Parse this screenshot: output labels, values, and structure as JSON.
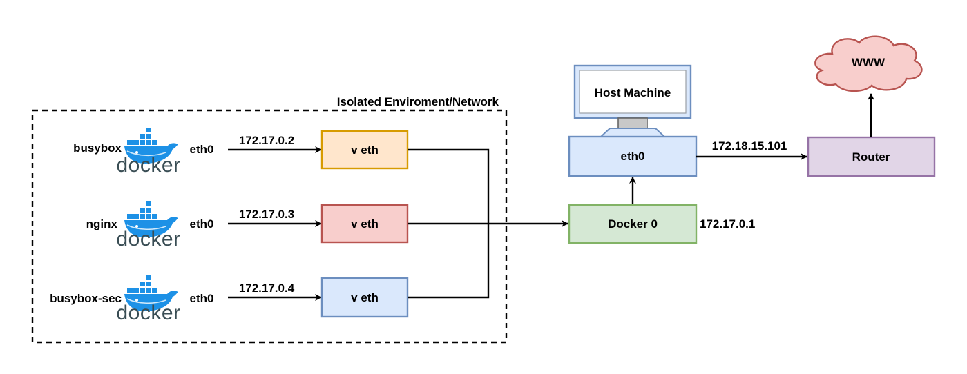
{
  "isolated_network": {
    "title": "Isolated Enviroment/Network"
  },
  "containers": [
    {
      "name": "busybox",
      "brand": "docker",
      "iface": "eth0",
      "ip": "172.17.0.2",
      "veth": "v eth"
    },
    {
      "name": "nginx",
      "brand": "docker",
      "iface": "eth0",
      "ip": "172.17.0.3",
      "veth": "v eth"
    },
    {
      "name": "busybox-sec",
      "brand": "docker",
      "iface": "eth0",
      "ip": "172.17.0.4",
      "veth": "v eth"
    }
  ],
  "docker_bridge": {
    "label": "Docker 0",
    "ip": "172.17.0.1"
  },
  "host": {
    "label": "Host Machine",
    "iface": "eth0",
    "ip": "172.18.15.101"
  },
  "router": {
    "label": "Router"
  },
  "internet": {
    "label": "WWW"
  },
  "colors": {
    "veth_1_fill": "#ffe6cc",
    "veth_1_stroke": "#d79b00",
    "veth_2_fill": "#f8cecc",
    "veth_2_stroke": "#b85450",
    "veth_3_fill": "#dae8fc",
    "veth_3_stroke": "#6c8ebf",
    "docker0_fill": "#d5e8d4",
    "docker0_stroke": "#82b366",
    "host_fill": "#dae8fc",
    "host_stroke": "#6c8ebf",
    "router_fill": "#e1d5e7",
    "router_stroke": "#9673a6",
    "www_fill": "#f8cecc",
    "www_stroke": "#b85450",
    "docker_blue": "#1d91e6",
    "docker_dark": "#394d54"
  },
  "icons": {
    "container_logo": "docker-whale-icon",
    "host": "monitor-icon",
    "internet": "cloud-icon"
  }
}
